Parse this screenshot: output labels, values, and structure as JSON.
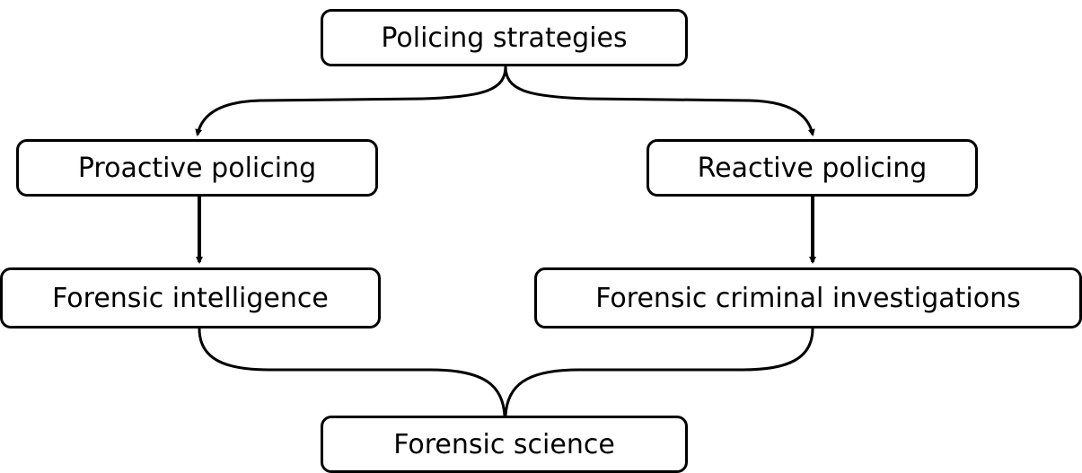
{
  "diagram": {
    "nodes": {
      "root": "Policing strategies",
      "proactive": "Proactive policing",
      "reactive": "Reactive policing",
      "forensic_intelligence": "Forensic intelligence",
      "forensic_investigations": "Forensic criminal investigations",
      "forensic_science": "Forensic science"
    },
    "edges": [
      {
        "from": "root",
        "to": "proactive",
        "style": "curved-arrow"
      },
      {
        "from": "root",
        "to": "reactive",
        "style": "curved-arrow"
      },
      {
        "from": "proactive",
        "to": "forensic_intelligence",
        "style": "arrow"
      },
      {
        "from": "reactive",
        "to": "forensic_investigations",
        "style": "arrow"
      },
      {
        "from": "forensic_intelligence",
        "to": "forensic_science",
        "style": "curved-merge"
      },
      {
        "from": "forensic_investigations",
        "to": "forensic_science",
        "style": "curved-merge"
      }
    ],
    "colors": {
      "stroke": "#000000",
      "fill": "#ffffff",
      "text": "#000000"
    }
  }
}
